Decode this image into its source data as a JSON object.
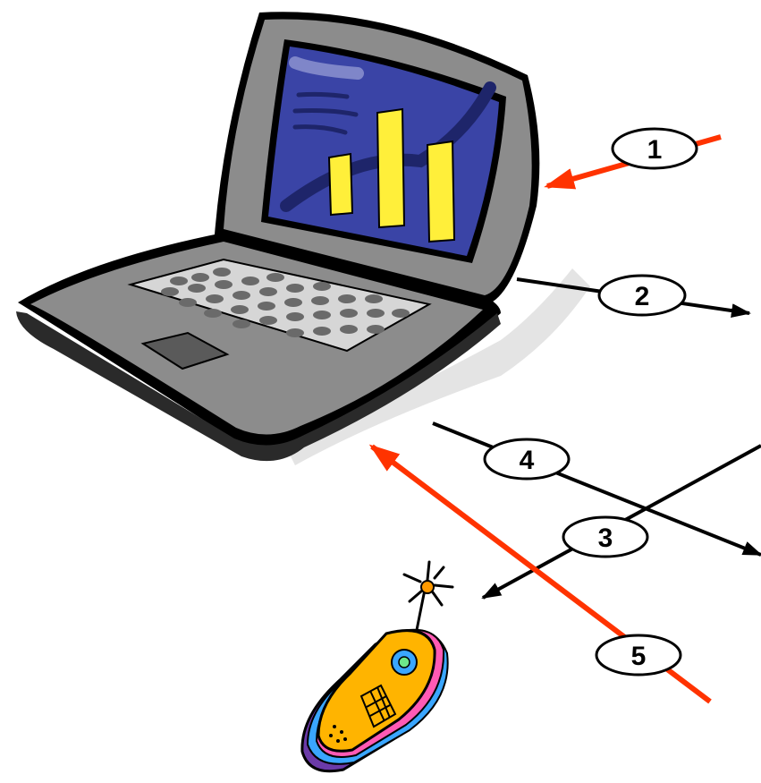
{
  "colors": {
    "background": "#ffffff",
    "red_arrow": "#ff3300",
    "black_arrow": "#000000",
    "laptop_body": "#8c8c8c",
    "screen_bg": "#3a44a6",
    "bars": "#ffef3a"
  },
  "icons": {
    "laptop": "laptop-icon",
    "phone": "cell-phone-icon"
  },
  "steps": [
    {
      "id": "1",
      "label": "1",
      "color": "red"
    },
    {
      "id": "2",
      "label": "2",
      "color": "black"
    },
    {
      "id": "3",
      "label": "3",
      "color": "black"
    },
    {
      "id": "4",
      "label": "4",
      "color": "black"
    },
    {
      "id": "5",
      "label": "5",
      "color": "red"
    }
  ]
}
